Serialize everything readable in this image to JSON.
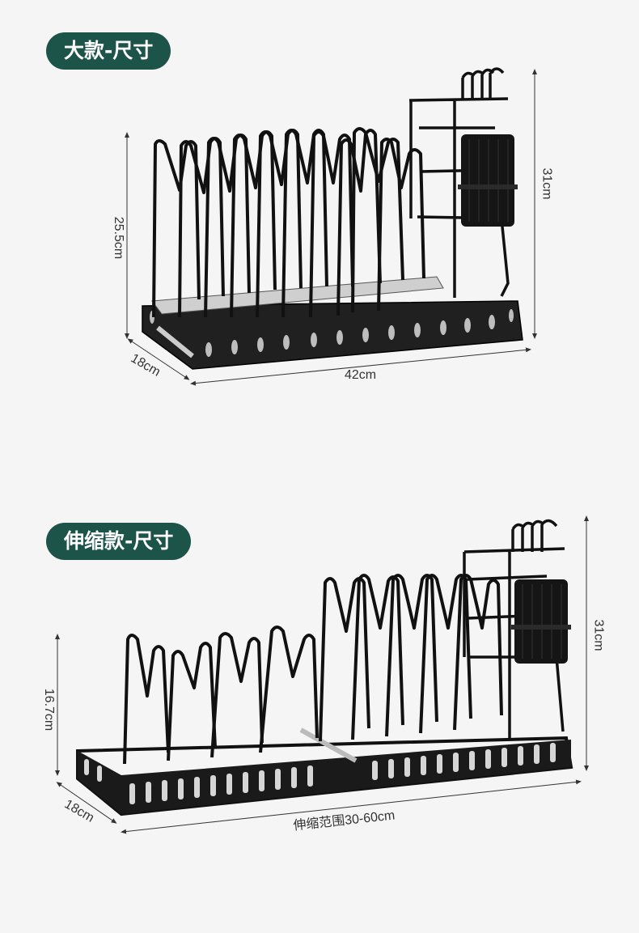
{
  "section_large": {
    "badge": "大款-尺寸",
    "dims": {
      "height_left": "25.5cm",
      "height_right": "31cm",
      "depth": "18cm",
      "width": "42cm"
    }
  },
  "section_extend": {
    "badge": "伸缩款-尺寸",
    "dims": {
      "height_left": "16.7cm",
      "height_right": "31cm",
      "depth": "18cm",
      "width": "伸缩范围30-60cm"
    }
  }
}
